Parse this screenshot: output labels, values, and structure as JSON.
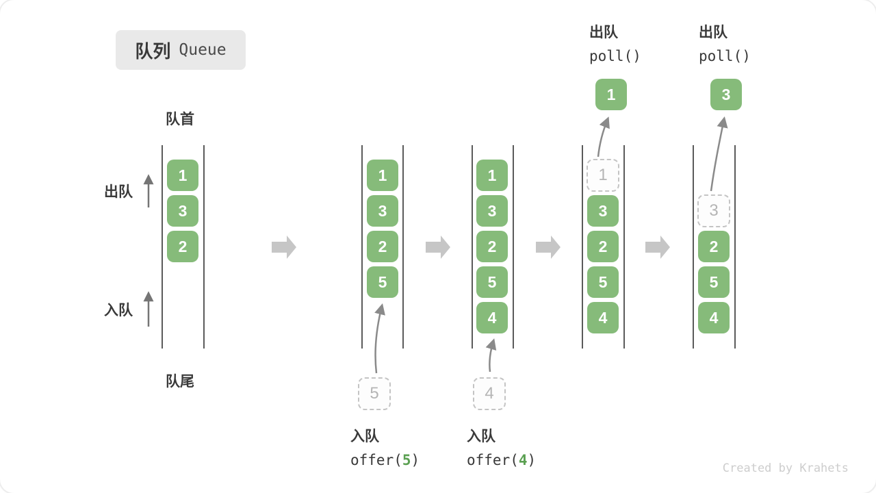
{
  "title": {
    "zh": "队列",
    "en": "Queue"
  },
  "labels": {
    "front": "队首",
    "rear": "队尾",
    "dequeue": "出队",
    "enqueue": "入队"
  },
  "queues": [
    {
      "items": [
        {
          "value": "1"
        },
        {
          "value": "3"
        },
        {
          "value": "2"
        }
      ]
    },
    {
      "items": [
        {
          "value": "1"
        },
        {
          "value": "3"
        },
        {
          "value": "2"
        },
        {
          "value": "5"
        }
      ],
      "pending": {
        "value": "5"
      }
    },
    {
      "items": [
        {
          "value": "1"
        },
        {
          "value": "3"
        },
        {
          "value": "2"
        },
        {
          "value": "5"
        },
        {
          "value": "4"
        }
      ],
      "pending": {
        "value": "4"
      }
    },
    {
      "items": [
        {
          "value": "1",
          "state": "ghost"
        },
        {
          "value": "3"
        },
        {
          "value": "2"
        },
        {
          "value": "5"
        },
        {
          "value": "4"
        }
      ],
      "popped": {
        "value": "1"
      }
    },
    {
      "items": [
        {
          "value": "3",
          "state": "ghost"
        },
        {
          "value": "2"
        },
        {
          "value": "5"
        },
        {
          "value": "4"
        }
      ],
      "popped": {
        "value": "3"
      }
    }
  ],
  "operations": {
    "enqueue_5": {
      "label": "入队",
      "fn_open": "offer(",
      "arg": "5",
      "fn_close": ")"
    },
    "enqueue_4": {
      "label": "入队",
      "fn_open": "offer(",
      "arg": "4",
      "fn_close": ")"
    },
    "poll_1": {
      "label": "出队",
      "code": "poll()"
    },
    "poll_2": {
      "label": "出队",
      "code": "poll()"
    }
  },
  "colors": {
    "box_green": "#86BB7A",
    "arg_green": "#5BA052",
    "block_arrow": "#C6C6C6"
  },
  "watermark": "Created by Krahets"
}
